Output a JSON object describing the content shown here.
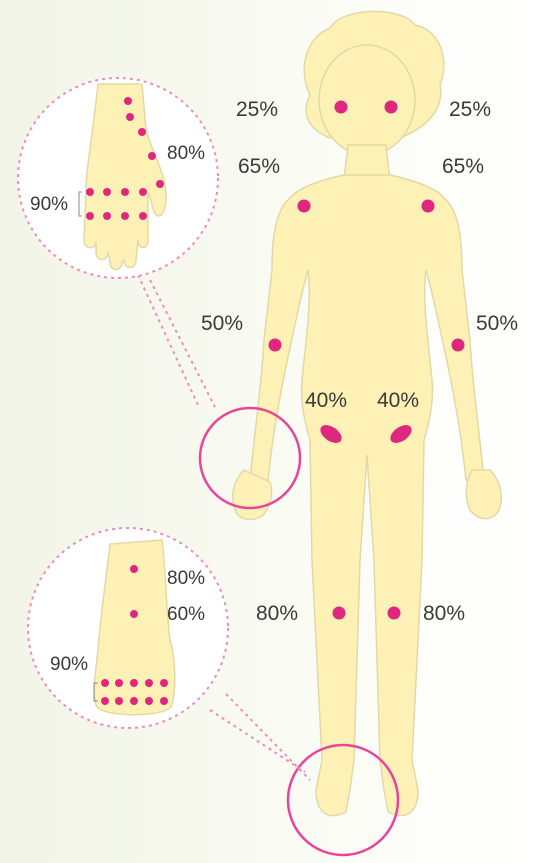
{
  "colors": {
    "skin": "#fdf1b6",
    "skin_outline": "#e2d9a6",
    "dot": "#e0277f",
    "zoom_circle": "#e8459a",
    "dotted_line": "#ee8cc0",
    "label": "#3a3a3a"
  },
  "labels": {
    "cheek_left": "25%",
    "cheek_right": "25%",
    "shoulder_left": "65%",
    "shoulder_right": "65%",
    "elbow_left": "50%",
    "elbow_right": "50%",
    "groin_left": "40%",
    "groin_right": "40%",
    "thigh_left": "80%",
    "thigh_right": "80%",
    "hand_back": "80%",
    "hand_fingers": "90%",
    "foot_upper": "80%",
    "foot_middle": "60%",
    "foot_toes": "90%"
  }
}
